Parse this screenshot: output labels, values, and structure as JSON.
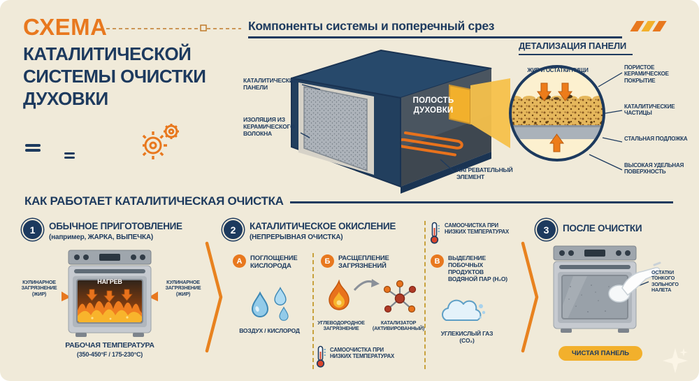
{
  "colors": {
    "background": "#f0ead9",
    "navy": "#1d3a5e",
    "orange": "#e8781e",
    "yellow": "#f2b02c",
    "blue": "#4d94bf",
    "flame_red": "#e8721c"
  },
  "title": {
    "line1": "СХЕМА",
    "line2": "КАТАЛИТИЧЕСКОЙ",
    "line3": "СИСТЕМЫ ОЧИСТКИ",
    "line4": "ДУХОВКИ"
  },
  "components": {
    "header": "Компоненты системы и поперечный срез",
    "catalytic_panels": "КАТАЛИТИЧЕСКИЕ ПАНЕЛИ",
    "insulation": "ИЗОЛЯЦИЯ ИЗ КЕРАМИЧЕСКОГО ВОЛОКНА",
    "cavity": "ПОЛОСТЬ ДУХОВКИ",
    "heating_element": "НАГРЕВАТЕЛЬНЫЙ ЭЛЕМЕНТ"
  },
  "detail": {
    "header": "ДЕТАЛИЗАЦИЯ ПАНЕЛИ",
    "grease": "ЖИР И ОСТАТКИ ПИЩИ",
    "ceramic": "ПОРИСТОЕ КЕРАМИЧЕСКОЕ ПОКРЫТИЕ",
    "particles": "КАТАЛИТИЧЕСКИЕ ЧАСТИЦЫ",
    "steel": "СТАЛЬНАЯ ПОДЛОЖКА",
    "surface": "ВЫСОКАЯ УДЕЛЬНАЯ ПОВЕРХНОСТЬ"
  },
  "how": {
    "header": "КАК РАБОТАЕТ КАТАЛИТИЧЕСКАЯ ОЧИСТКА"
  },
  "step1": {
    "num": "1",
    "title": "ОБЫЧНОЕ ПРИГОТОВЛЕНИЕ",
    "subtitle": "(например, ЖАРКА, ВЫПЕЧКА)",
    "heat": "НАГРЕВ",
    "soil_left": "КУЛИНАРНОЕ ЗАГРЯЗНЕНИЕ (ЖИР)",
    "soil_right": "КУЛИНАРНОЕ ЗАГРЯЗНЕНИЕ (ЖИР)",
    "temp_title": "РАБОЧАЯ ТЕМПЕРАТУРА",
    "temp_range": "(350-450°F / 175-230°C)"
  },
  "step2": {
    "num": "2",
    "title": "КАТАЛИТИЧЕСКОЕ ОКИСЛЕНИЕ",
    "subtitle": "(НЕПРЕРЫВНАЯ ОЧИСТКА)",
    "selfclean_top": "САМООЧИСТКА ПРИ НИЗКИХ ТЕМПЕРАТУРАХ",
    "selfclean_bottom": "САМООЧИСТКА ПРИ НИЗКИХ ТЕМПЕРАТУРАХ",
    "a": {
      "badge": "А",
      "title": "ПОГЛОЩЕНИЕ КИСЛОРОДА",
      "caption": "ВОЗДУХ / КИСЛОРОД"
    },
    "b": {
      "badge": "Б",
      "title": "РАСЩЕПЛЕНИЕ ЗАГРЯЗНЕНИЙ",
      "caption_left": "УГЛЕВОДОРОДНОЕ ЗАГРЯЗНЕНИЕ",
      "caption_right": "КАТАЛИЗАТОР (АКТИВИРОВАННЫЙ)"
    },
    "v": {
      "badge": "В",
      "title_line1": "ВЫДЕЛЕНИЕ ПОБОЧНЫХ ПРОДУКТОВ",
      "title_line2": "ВОДЯНОЙ ПАР (H₂O)",
      "caption": "УГЛЕКИСЛЫЙ ГАЗ (CO₂)"
    }
  },
  "step3": {
    "num": "3",
    "title": "ПОСЛЕ ОЧИСТКИ",
    "residue": "ОСТАТКИ ТОНКОГО ЗОЛЬНОГО НАЛЕТА",
    "clean_badge": "ЧИСТАЯ ПАНЕЛЬ"
  }
}
